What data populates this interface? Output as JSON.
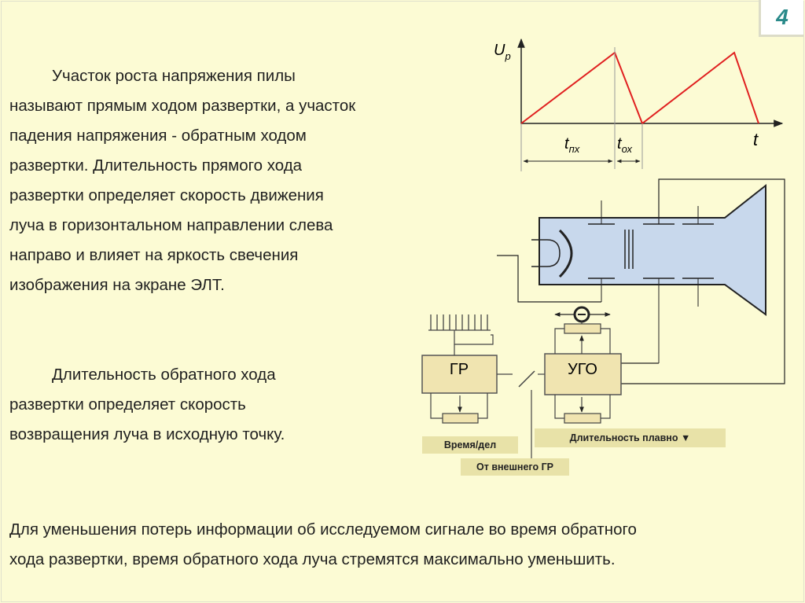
{
  "slide_number": "4",
  "paragraphs": {
    "p1": [
      "Участок роста напряжения пилы",
      "называют прямым ходом развертки, а участок",
      "падения напряжения - обратным ходом",
      "развертки. Длительность прямого хода",
      "развертки определяет скорость движения",
      "луча в горизонтальном направлении слева",
      "направо и влияет на яркость свечения",
      "изображения на экране ЭЛТ."
    ],
    "p2": [
      "Длительность обратного хода",
      "развертки  определяет скорость",
      "возвращения луча в исходную точку."
    ],
    "p3": [
      "Для уменьшения потерь информации об исследуемом сигнале во время обратного",
      "хода развертки, время обратного хода луча стремятся максимально уменьшить."
    ]
  },
  "graph": {
    "y_axis_label": "U",
    "y_axis_sub": "р",
    "x_axis_label": "t",
    "t_forward": "t",
    "t_forward_sub": "пх",
    "t_reverse": "t",
    "t_reverse_sub": "ох"
  },
  "blocks": {
    "gr": "ГР",
    "ugo": "УГО"
  },
  "labels": {
    "time_per_div": "Время/дел",
    "duration_smooth": "Длительность плавно ▼",
    "from_external": "От внешнего ГР"
  },
  "colors": {
    "background": "#fcfbd4",
    "saw": "#e02020",
    "block_fill": "#f0e4b0",
    "crt_fill": "#c8d8ec",
    "label_fill": "#e8e2a8",
    "slide_number": "#2a8a8a"
  }
}
